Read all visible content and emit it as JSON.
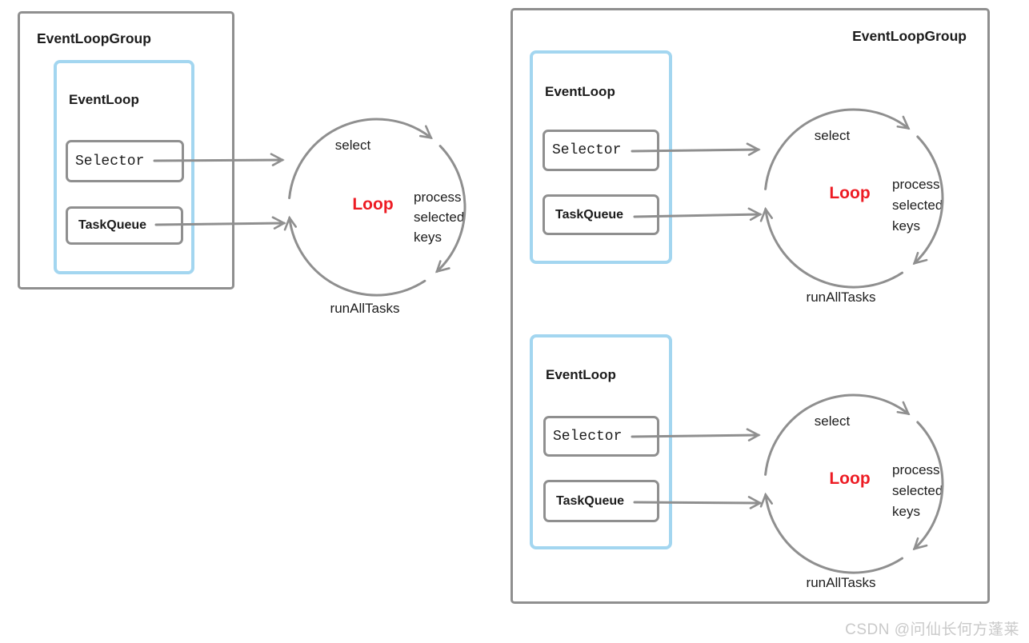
{
  "colors": {
    "box_border_gray": "#8f8f8f",
    "event_loop_blue": "#a3d6f0",
    "loop_red": "#ed1c24",
    "text_black": "#1c1c1c",
    "watermark_gray": "#c9c9c9"
  },
  "watermark": "CSDN @问仙长何方蓬莱",
  "groups": [
    {
      "title": "EventLoopGroup",
      "event_loops": [
        {
          "title": "EventLoop",
          "selector": "Selector",
          "task_queue": "TaskQueue",
          "loop": {
            "select": "select",
            "label": "Loop",
            "process": [
              "process",
              "selected",
              "keys"
            ],
            "run_all_tasks": "runAllTasks"
          }
        }
      ]
    },
    {
      "title": "EventLoopGroup",
      "event_loops": [
        {
          "title": "EventLoop",
          "selector": "Selector",
          "task_queue": "TaskQueue",
          "loop": {
            "select": "select",
            "label": "Loop",
            "process": [
              "process",
              "selected",
              "keys"
            ],
            "run_all_tasks": "runAllTasks"
          }
        },
        {
          "title": "EventLoop",
          "selector": "Selector",
          "task_queue": "TaskQueue",
          "loop": {
            "select": "select",
            "label": "Loop",
            "process": [
              "process",
              "selected",
              "keys"
            ],
            "run_all_tasks": "runAllTasks"
          }
        }
      ]
    }
  ]
}
